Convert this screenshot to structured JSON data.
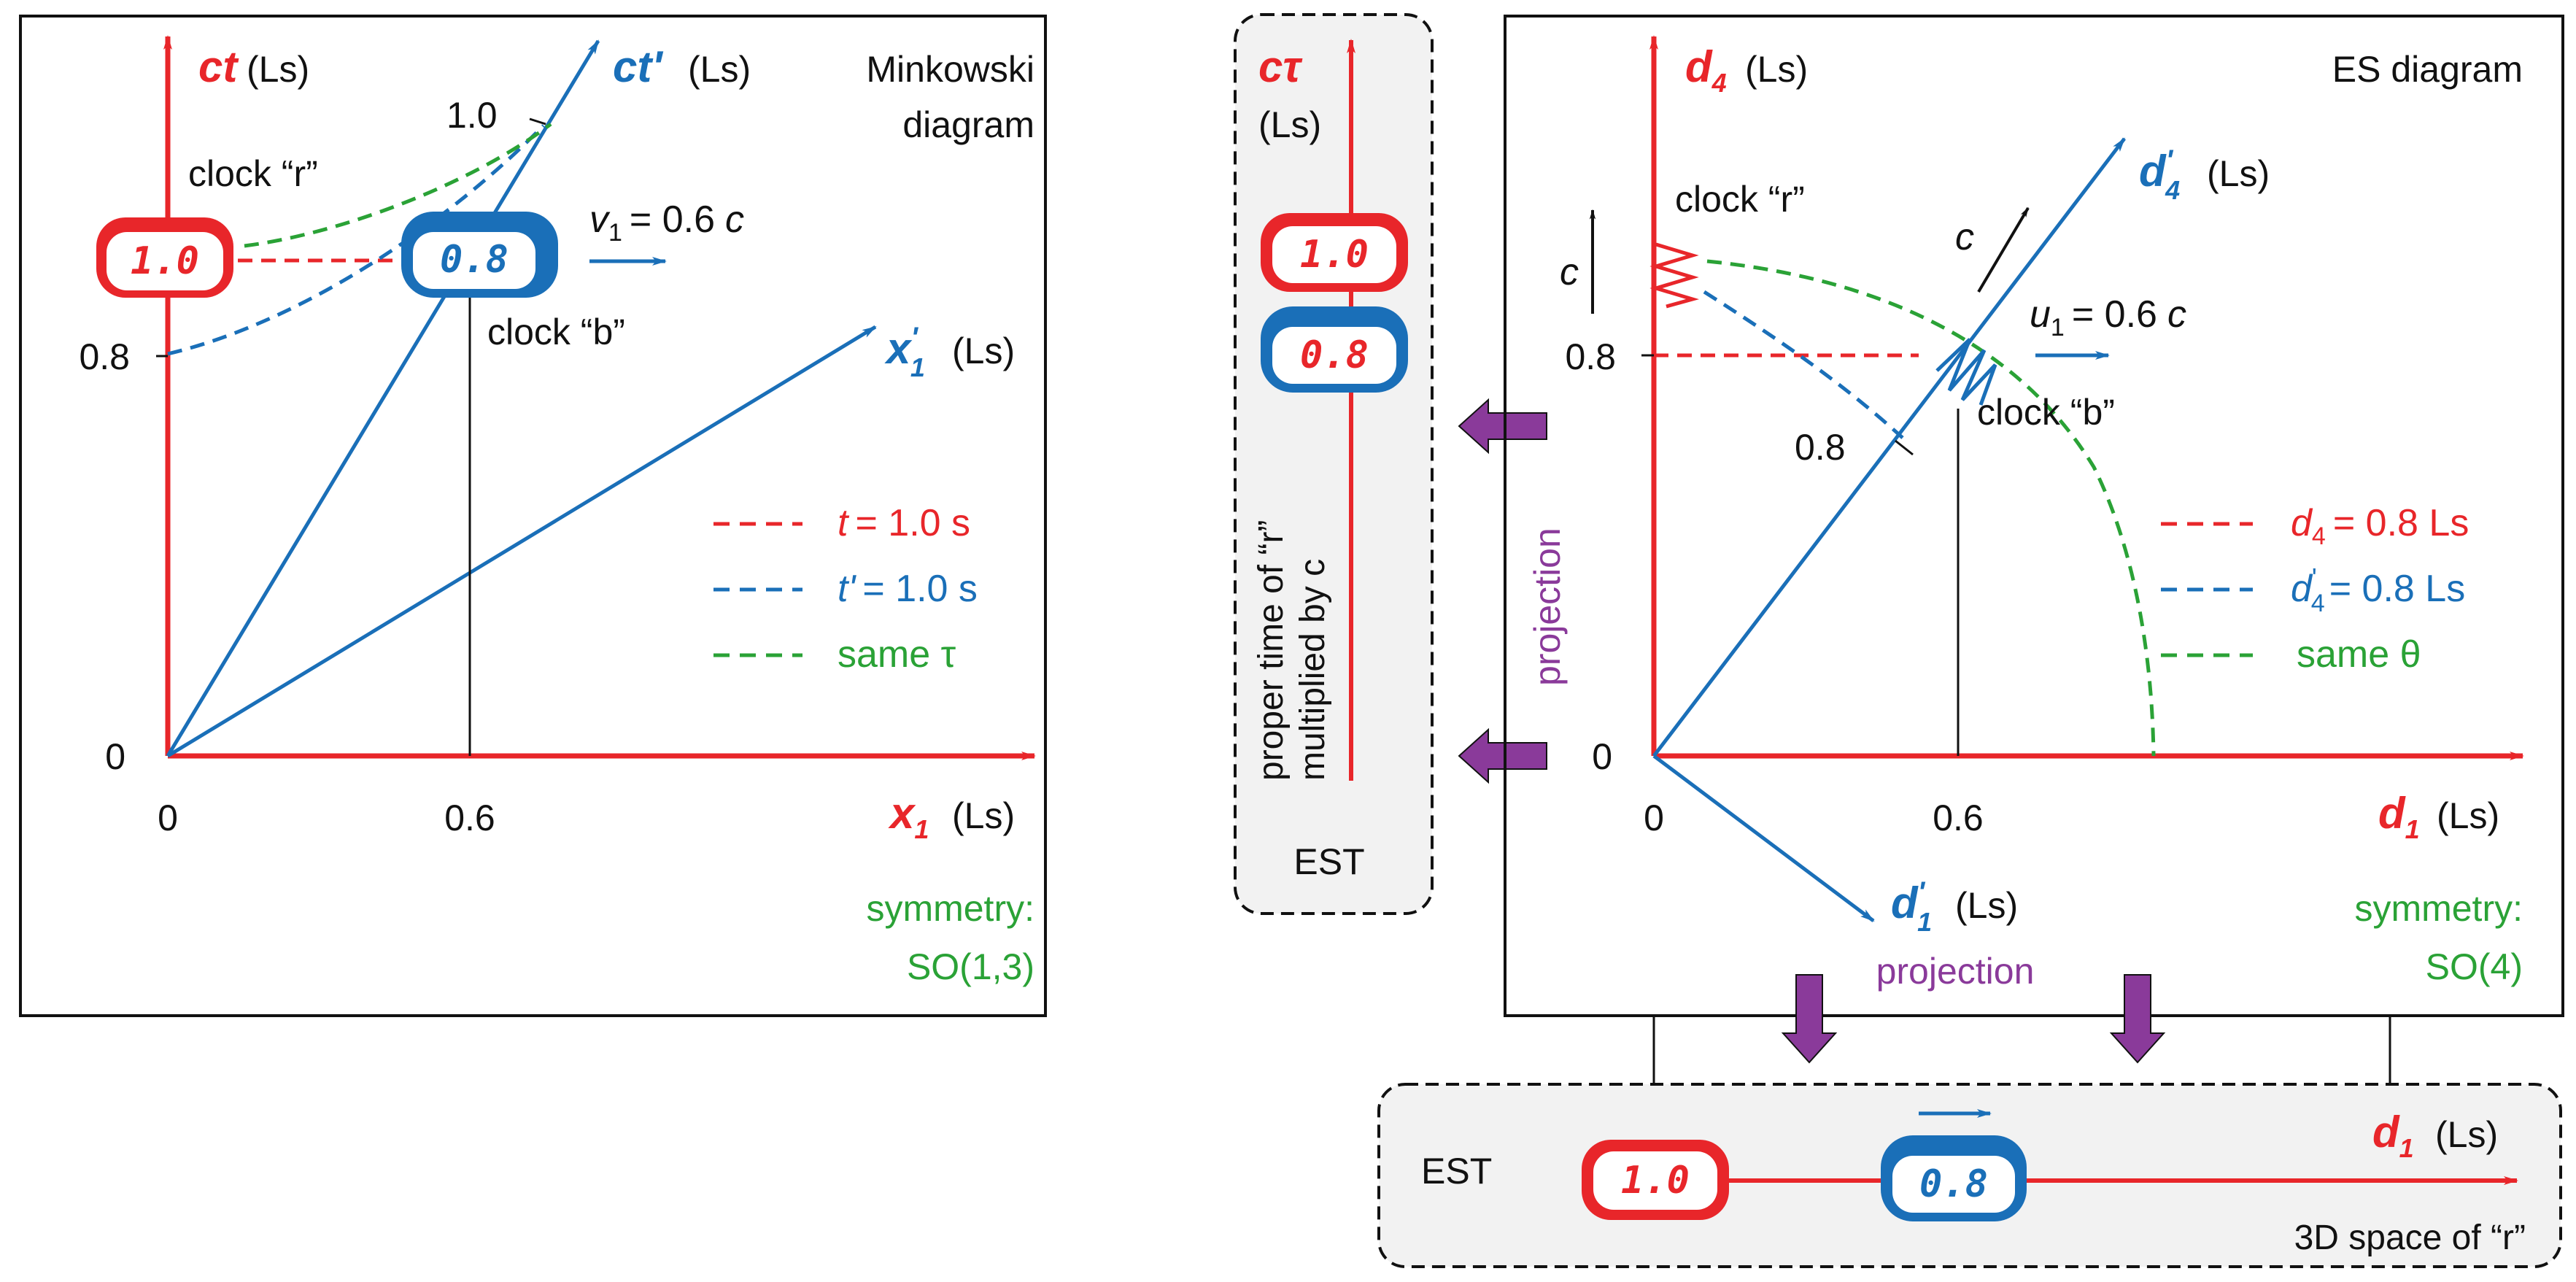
{
  "colors": {
    "red": "#e8262a",
    "blue": "#1a6fb8",
    "green": "#2aa236",
    "purple": "#8a3a9a",
    "black": "#111111",
    "panel_gray": "#f2f2f2"
  },
  "minkowski": {
    "title_line1": "Minkowski",
    "title_line2": "diagram",
    "axis_ct": "ct",
    "axis_ct_prime": "ct'",
    "axis_x1": "x",
    "axis_x1_sub": "1",
    "axis_x1_prime": "x",
    "axis_x1_prime_sup": "'",
    "axis_x1_prime_sub": "1",
    "unit": "(Ls)",
    "tick_0_y": "0",
    "tick_08_y": "0.8",
    "tick_0_x": "0",
    "tick_06_x": "0.6",
    "tick_10_ct_prime": "1.0",
    "clock_r_label": "clock “r”",
    "clock_b_label": "clock “b”",
    "clock_r_reading": "1.0",
    "clock_b_reading": "0.8",
    "velocity_var": "v",
    "velocity_sub": "1",
    "velocity_value": "= 0.6",
    "velocity_c": "c",
    "legend": [
      {
        "symbol": "t",
        "text": "= 1.0 s",
        "color": "red"
      },
      {
        "symbol": "t'",
        "text": "= 1.0 s",
        "color": "blue"
      },
      {
        "symbol": "",
        "text": "same τ",
        "color": "green"
      }
    ],
    "symmetry_line1": "symmetry:",
    "symmetry_line2": "SO(1,3)"
  },
  "proper_time_panel": {
    "axis_label": "cτ",
    "unit": "(Ls)",
    "caption_line1": "proper time of “r”",
    "caption_line2": "multiplied by c",
    "clock_red_reading": "1.0",
    "clock_blue_reading": "0.8",
    "footer": "EST"
  },
  "es_diagram": {
    "title": "ES diagram",
    "axis_d4": "d",
    "axis_d4_sub": "4",
    "axis_d4_prime": "d",
    "axis_d4_prime_sup": "'",
    "axis_d4_prime_sub": "4",
    "axis_d1": "d",
    "axis_d1_sub": "1",
    "axis_d1_prime": "d",
    "axis_d1_prime_sup": "'",
    "axis_d1_prime_sub": "1",
    "unit": "(Ls)",
    "tick_0_y": "0",
    "tick_08_y": "0.8",
    "tick_0_x": "0",
    "tick_06_x": "0.6",
    "tick_08_diag": "0.8",
    "clock_r_label": "clock “r”",
    "clock_b_label": "clock “b”",
    "c_label_r": "c",
    "c_label_b": "c",
    "velocity_var": "u",
    "velocity_sub": "1",
    "velocity_value": "= 0.6",
    "velocity_c": "c",
    "legend": [
      {
        "symbol": "d",
        "sub": "4",
        "sup": "",
        "text": "= 0.8 Ls",
        "color": "red"
      },
      {
        "symbol": "d",
        "sub": "4",
        "sup": "'",
        "text": "= 0.8 Ls",
        "color": "blue"
      },
      {
        "symbol": "",
        "sub": "",
        "sup": "",
        "text": "same θ",
        "color": "green"
      }
    ],
    "symmetry_line1": "symmetry:",
    "symmetry_line2": "SO(4)",
    "projection_vertical": "projection",
    "projection_horizontal": "projection"
  },
  "space_panel": {
    "label_est": "EST",
    "axis_d1": "d",
    "axis_d1_sub": "1",
    "unit": "(Ls)",
    "clock_red_reading": "1.0",
    "clock_blue_reading": "0.8",
    "caption": "3D space of “r”"
  }
}
